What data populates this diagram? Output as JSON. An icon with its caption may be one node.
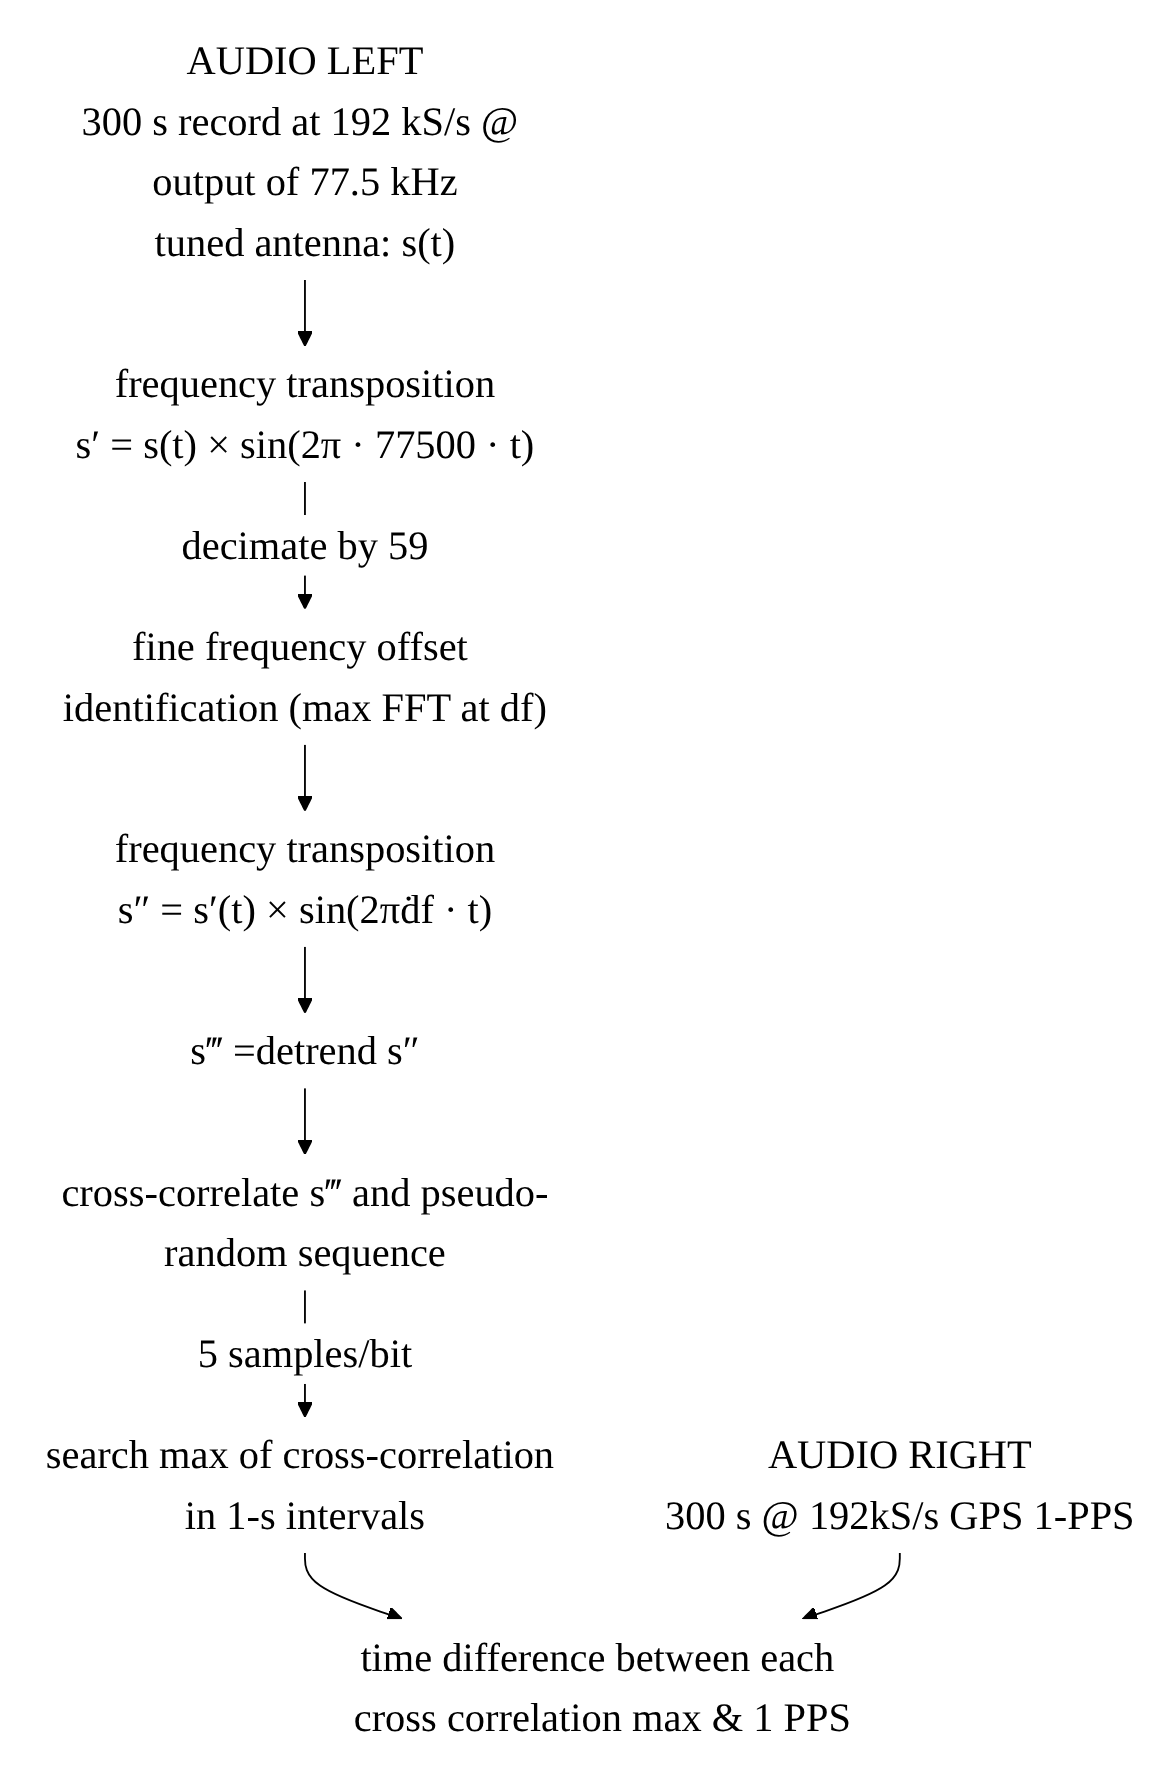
{
  "diagram": {
    "nodes": [
      {
        "text": [
          "AUDIO LEFT",
          "300 s record at 192 kS/s @ output of 77.5 kHz",
          "tuned antenna: s(t)"
        ]
      },
      {
        "text": [
          "AUDIO RIGHT",
          "300 s @ 192kS/s GPS 1-PPS"
        ]
      },
      {
        "text": [
          "frequency transposition",
          "s′ = s(t) × sin(2π · 77500 · t)"
        ]
      },
      {
        "text": [
          "fine frequency offset identification (max FFT at df)"
        ]
      },
      {
        "text": [
          "frequency transposition",
          "s″ = s′(t) × sin(2πḋf · t)"
        ]
      },
      {
        "text": [
          "s‴ =detrend s″"
        ]
      },
      {
        "text": [
          "cross-correlate s‴ and pseudo-random sequence"
        ]
      },
      {
        "text": [
          "search max of cross-correlation in 1-s intervals"
        ]
      },
      {
        "text": [
          "time difference between each cross correlation max & 1 PPS"
        ]
      }
    ],
    "edges": [
      {
        "from": 0,
        "to": 2,
        "arrow": "to"
      },
      {
        "from": 2,
        "to": 3,
        "arrow": "to",
        "label": "decimate by 59"
      },
      {
        "from": 3,
        "to": 4,
        "arrow": "to"
      },
      {
        "from": 4,
        "to": 5,
        "arrow": "to"
      },
      {
        "from": 5,
        "to": 6,
        "arrow": "to"
      },
      {
        "from": 6,
        "to": 7,
        "arrow": "to",
        "label": "5 samples/bit"
      },
      {
        "from": 7,
        "to": 8,
        "arrow": "to"
      },
      {
        "from": 1,
        "to": 8,
        "arrow": "to"
      }
    ]
  }
}
